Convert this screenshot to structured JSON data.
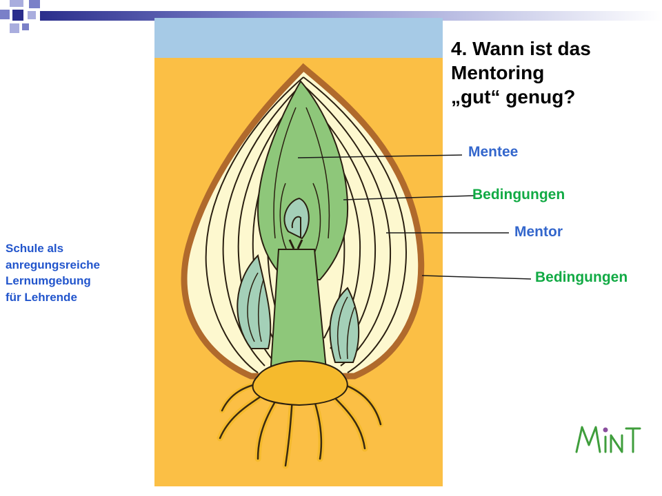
{
  "title": {
    "line1": "4. Wann ist das",
    "line2": "Mentoring",
    "line3": "„gut“ genug?"
  },
  "labels": {
    "mentee": "Mentee",
    "bedingungen_inner": "Bedingungen",
    "mentor": "Mentor",
    "bedingungen_outer": "Bedingungen"
  },
  "side_text": {
    "line1": "Schule als",
    "line2": "anregungsreiche",
    "line3": "Lernumgebung",
    "line4": "für Lehrende"
  },
  "logo": {
    "text": "MINT"
  },
  "colors": {
    "sky": "#a6cae6",
    "soil": "#fbbf45",
    "skin": "#b06a2c",
    "scale": "#fdf8cf",
    "shoot": "#8ec77a",
    "leaf": "#a4d0b8",
    "root": "#f5ba2d",
    "label_blue": "#3366cc",
    "label_green": "#11aa44",
    "logo_green": "#3f9e3c",
    "logo_purple": "#8a4f9e"
  }
}
